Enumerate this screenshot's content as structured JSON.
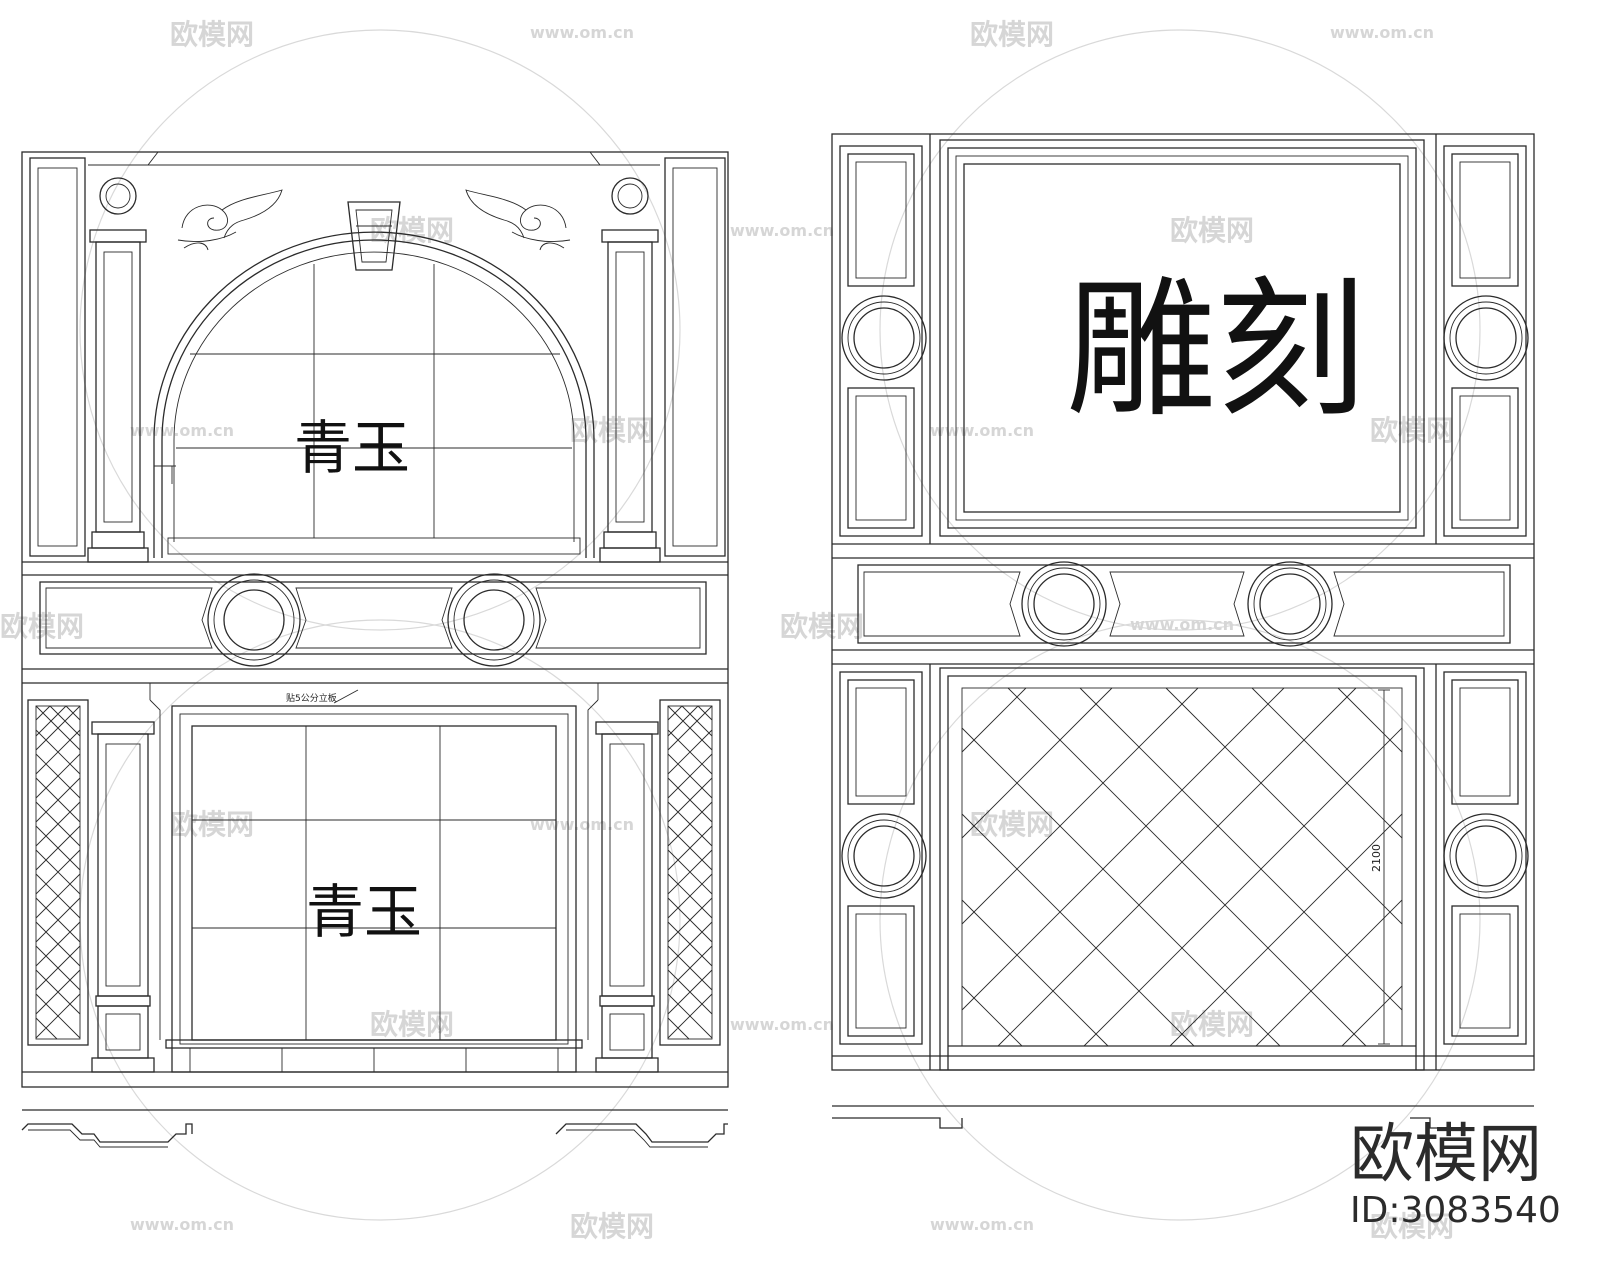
{
  "left_elevation": {
    "upper_label": "青玉",
    "lower_label": "青玉",
    "note": "贴5公分立板"
  },
  "right_elevation": {
    "upper_label": "雕刻",
    "dimension": "2100"
  },
  "branding": {
    "logo_text": "欧模网",
    "id_text": "ID:3083540",
    "watermark_text": "欧模网",
    "watermark_url": "www.om.cn"
  }
}
